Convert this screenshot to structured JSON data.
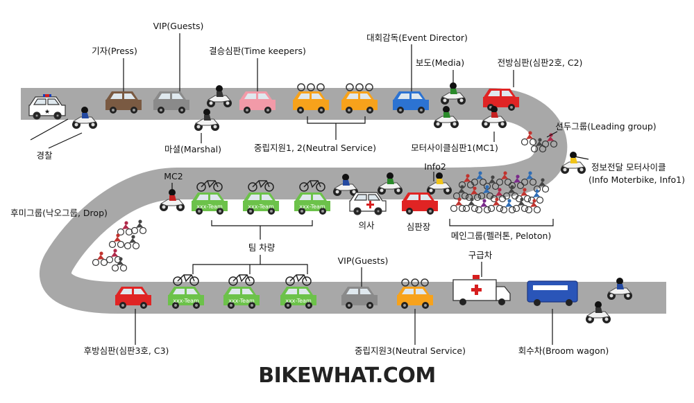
{
  "labels": {
    "press": "기자(Press)",
    "vip_top": "VIP(Guests)",
    "timekeepers": "결승심판(Time keepers)",
    "event_director": "대회감독(Event Director)",
    "media": "보도(Media)",
    "front_judge": "전방심판(심판2호, C2)",
    "police": "경찰",
    "marshal": "마셜(Marshal)",
    "neutral_service_12": "중립지원1, 2(Neutral Service)",
    "mc1": "모터사이클심판1(MC1)",
    "leading_group": "선두그룹(Leading group)",
    "info_moto_1": "정보전달 모터사이클",
    "info_moto_2": "(Info Moterbike,  Info1)",
    "mc2": "MC2",
    "info2": "Info2",
    "drop_group": "후미그룹(낙오그룹, Drop)",
    "doctor": "의사",
    "chief_judge": "심판장",
    "peloton": "메인그룹(펠러톤, Peloton)",
    "team_cars": "팀 차량",
    "vip_bottom": "VIP(Guests)",
    "ambulance": "구급차",
    "rear_judge": "후방심판(심판3호, C3)",
    "neutral_service_3": "중립지원3(Neutral Service)",
    "broom_wagon": "회수차(Broom wagon)",
    "team_tag": "xxx-Team"
  },
  "watermark": "BIKEWHAT.COM",
  "colors": {
    "road": "#a8a8a8",
    "press_car": "#7a5a42",
    "vip_car": "#8a8a8a",
    "timekeeper_car": "#f29aa8",
    "neutral_car": "#f7a21b",
    "director_car": "#2c73d2",
    "judge_car": "#e02424",
    "team_car": "#6cc24a",
    "doctor_car": "#ffffff",
    "broom_wagon": "#2a55b8",
    "police_car": "#ffffff"
  }
}
